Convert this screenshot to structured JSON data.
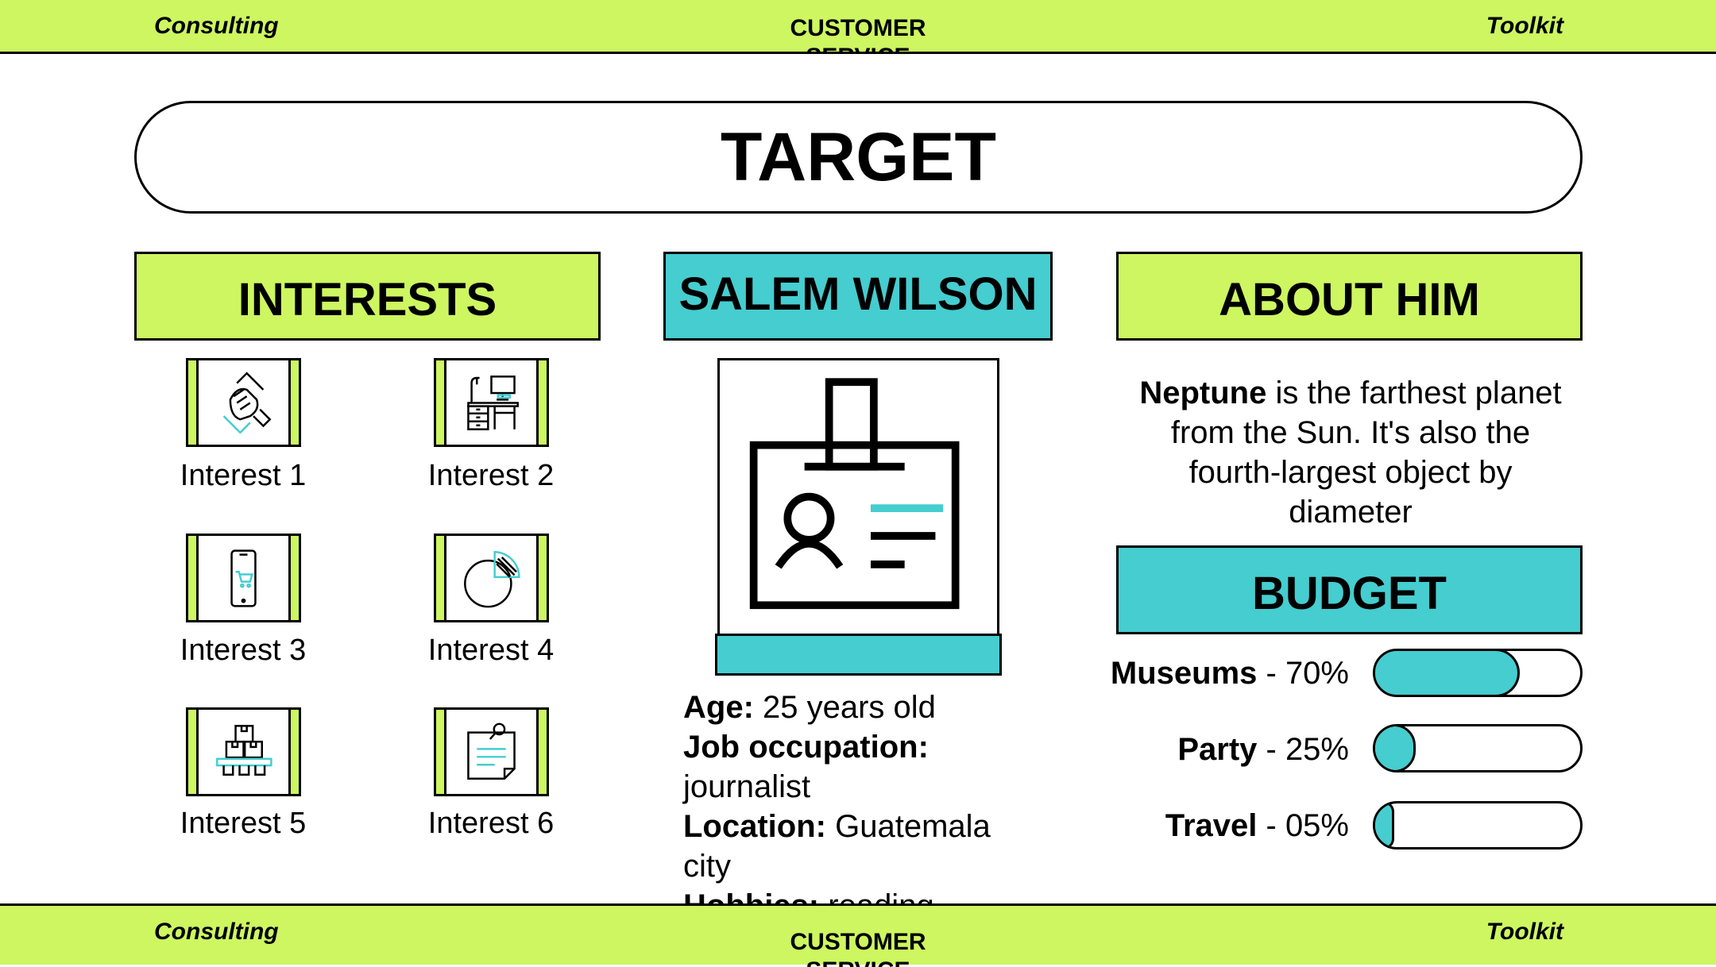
{
  "header": {
    "left": "Consulting",
    "center": "CUSTOMER SERVICE",
    "right": "Toolkit"
  },
  "footer": {
    "left": "Consulting",
    "center": "CUSTOMER SERVICE",
    "right": "Toolkit"
  },
  "title": "TARGET",
  "interests": {
    "heading": "INTERESTS",
    "items": [
      {
        "label": "Interest 1",
        "icon": "handshake-icon"
      },
      {
        "label": "Interest 2",
        "icon": "desk-icon"
      },
      {
        "label": "Interest 3",
        "icon": "mobile-cart-icon"
      },
      {
        "label": "Interest 4",
        "icon": "pie-chart-icon"
      },
      {
        "label": "Interest 5",
        "icon": "packages-icon"
      },
      {
        "label": "Interest 6",
        "icon": "sticky-note-icon"
      }
    ]
  },
  "profile": {
    "name": "SALEM WILSON",
    "icon": "id-badge-icon",
    "details": [
      {
        "label": "Age:",
        "value": "25 years old"
      },
      {
        "label": "Job occupation:",
        "value": "journalist"
      },
      {
        "label": "Location:",
        "value": "Guatemala city"
      },
      {
        "label": "Hobbies:",
        "value": "reading"
      }
    ]
  },
  "about": {
    "heading": "ABOUT HIM",
    "bold": "Neptune",
    "text": "is the farthest planet from the Sun. It's also the fourth-largest object by diameter"
  },
  "budget": {
    "heading": "BUDGET",
    "items": [
      {
        "label": "Museums",
        "value": "70%",
        "level": 0.7
      },
      {
        "label": "Party",
        "value": "25%",
        "level": 0.25
      },
      {
        "label": "Travel",
        "value": "05%",
        "level": 0.05
      }
    ]
  },
  "colors": {
    "lime": "#cdf661",
    "teal": "#45cdd0",
    "ink": "#000000"
  }
}
